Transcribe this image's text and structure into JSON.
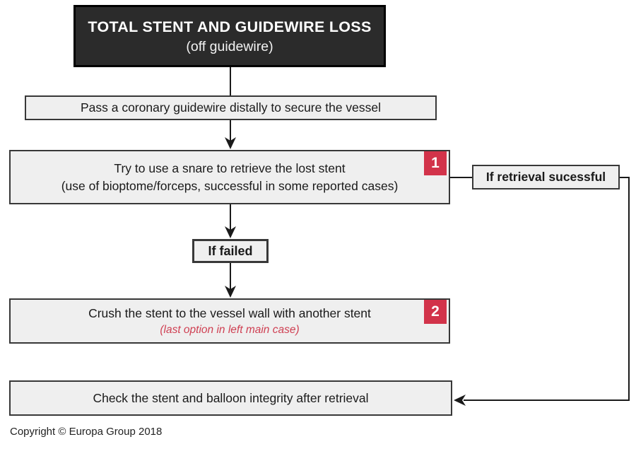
{
  "theme": {
    "accent-red": "#d2334a",
    "note-red": "#cf3f52",
    "title-bg": "#2b2b2b",
    "box-bg": "#efefef",
    "line-color": "#1a1a1a",
    "border-color": "#383838"
  },
  "title": {
    "line1": "TOTAL STENT AND GUIDEWIRE LOSS",
    "line2": "(off guidewire)"
  },
  "steps": {
    "secure_vessel": {
      "text": "Pass a coronary guidewire distally to secure the vessel"
    },
    "snare": {
      "line1": "Try to use a snare to retrieve the lost stent",
      "line2": "(use of bioptome/forceps, successful in some reported cases)",
      "badge": "1"
    },
    "crush": {
      "line1": "Crush the stent to the vessel wall with another stent",
      "note": "(last option in left main case)",
      "badge": "2"
    },
    "check": {
      "text": "Check the stent and balloon integrity after retrieval"
    }
  },
  "branch_labels": {
    "retrieval_successful": "If retrieval sucessful",
    "failed": "If failed"
  },
  "footer": {
    "copyright": "Copyright © Europa Group 2018"
  }
}
